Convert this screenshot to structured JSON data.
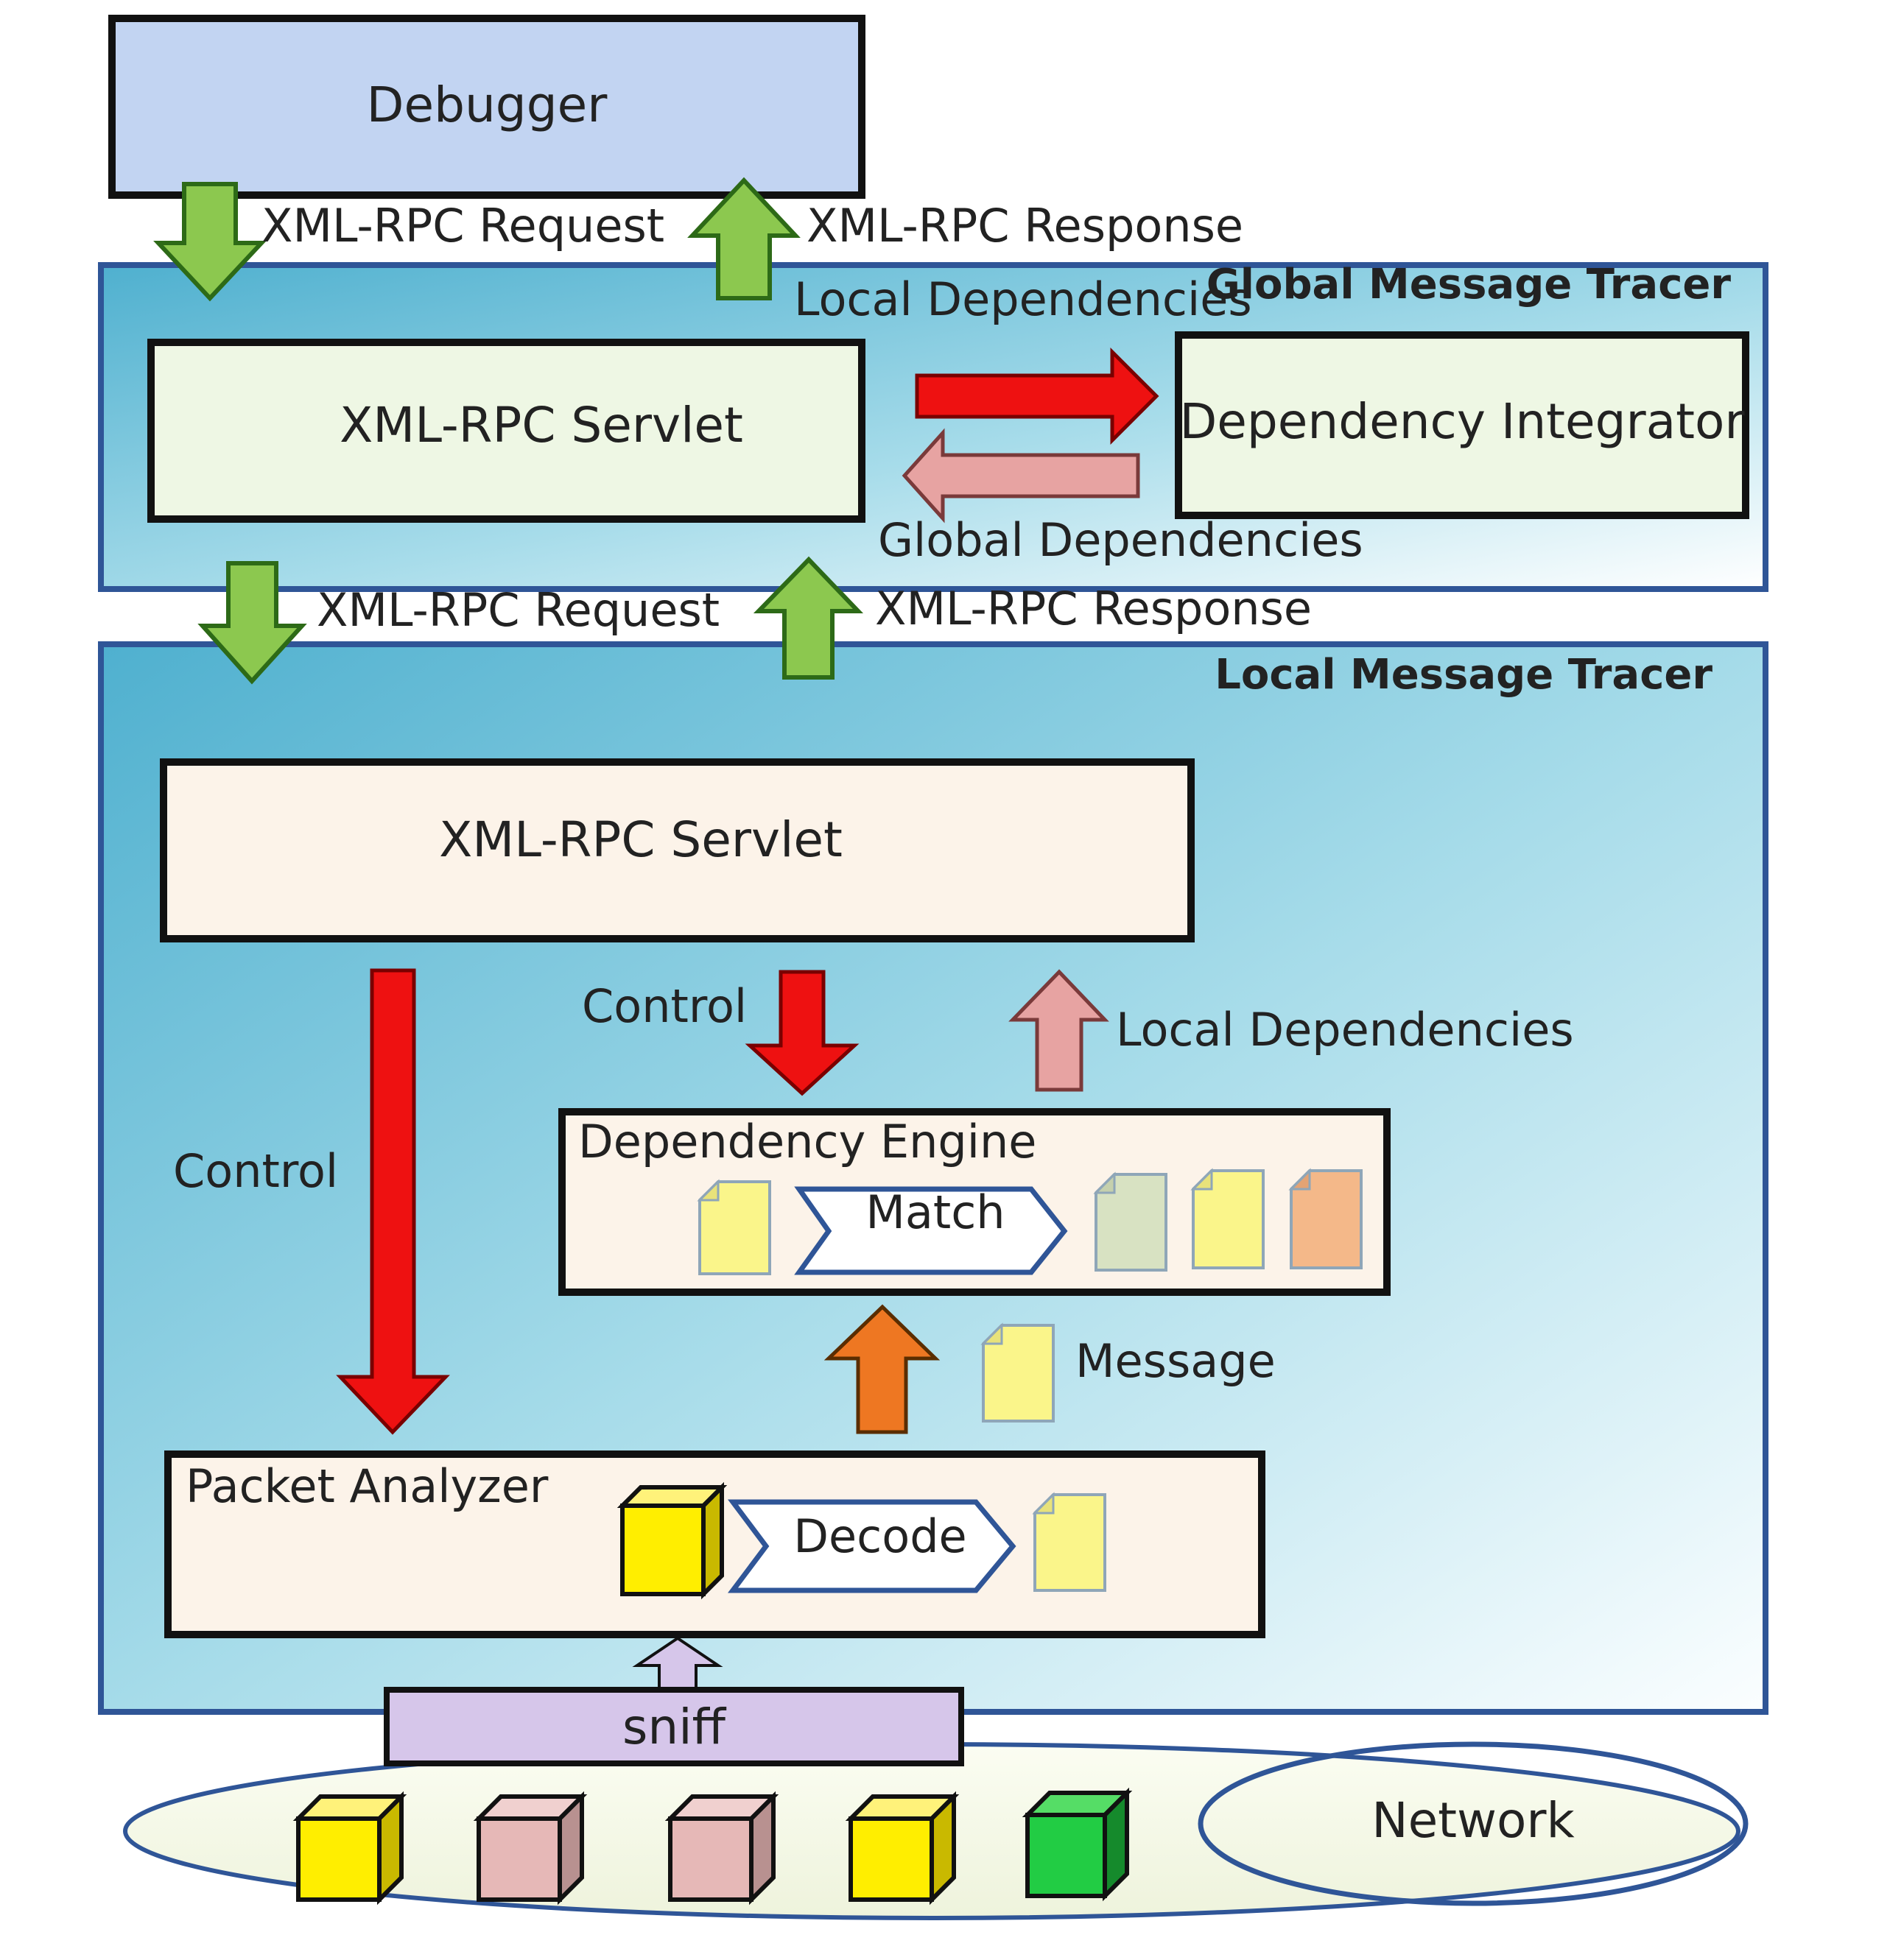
{
  "debugger": {
    "label": "Debugger"
  },
  "global_tracer": {
    "title": "Global Message Tracer",
    "servlet_label": "XML-RPC Servlet",
    "integrator_label": "Dependency Integrator",
    "local_deps_label": "Local Dependencies",
    "global_deps_label": "Global Dependencies"
  },
  "top_link": {
    "request_label": "XML-RPC Request",
    "response_label": "XML-RPC Response"
  },
  "mid_link": {
    "request_label": "XML-RPC Request",
    "response_label": "XML-RPC Response"
  },
  "local_tracer": {
    "title": "Local Message Tracer",
    "servlet_label": "XML-RPC Servlet",
    "control_left_label": "Control",
    "control_right_label": "Control",
    "local_deps_label": "Local Dependencies",
    "engine": {
      "label": "Dependency Engine",
      "step_label": "Match"
    },
    "message_label": "Message",
    "analyzer": {
      "label": "Packet Analyzer",
      "step_label": "Decode"
    },
    "sniff_label": "sniff"
  },
  "network": {
    "label": "Network"
  },
  "colors": {
    "debugger_fill": "#c2d4f2",
    "panel_blue": "#5cb6d3",
    "green_arrow": "#8cc84f",
    "red_arrow": "#ee1111",
    "pink_arrow": "#e7a3a2",
    "orange_arrow": "#ee7722",
    "cube_yellow": "#ffee00",
    "cube_pink": "#e6b8b7",
    "cube_green": "#22cc44"
  }
}
